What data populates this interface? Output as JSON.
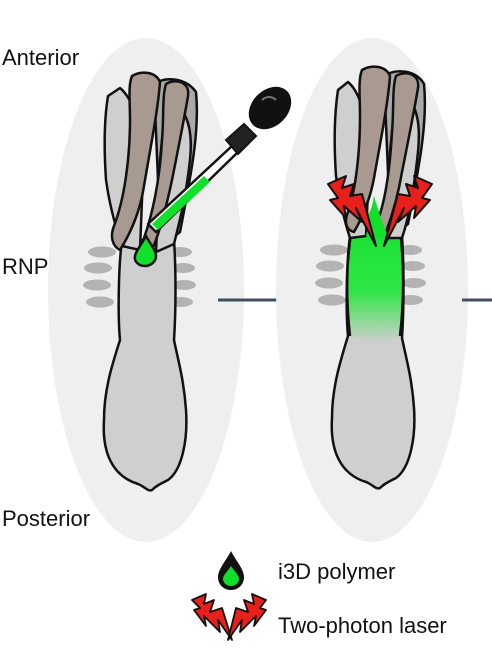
{
  "labels": {
    "anterior": "Anterior",
    "rnp": "RNP",
    "posterior": "Posterior"
  },
  "legend": {
    "polymer": "i3D polymer",
    "laser": "Two-photon laser"
  },
  "colors": {
    "background_oval": "#efefef",
    "brain_gray": "#cfcfcf",
    "brain_dark_gray": "#b3b3b3",
    "brain_brown": "#a89a90",
    "polymer_green": "#10e02a",
    "laser_red": "#e8201c",
    "arrow": "#3f4f60",
    "outline": "#111111"
  },
  "icons": {
    "polymer": "green-droplet-icon",
    "laser": "red-lightning-icon",
    "dispenser": "dropper-icon",
    "flow": "right-arrow-icon"
  }
}
